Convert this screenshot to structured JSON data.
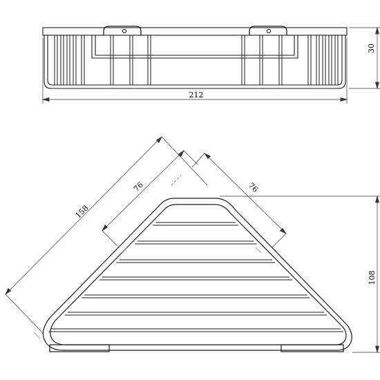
{
  "colors": {
    "line": "#1a1a1a",
    "dim": "#333333",
    "accent": "#e05a5a",
    "background": "#ffffff"
  },
  "dimensions": {
    "height_side": "30",
    "width_side": "212",
    "diagonal": "158",
    "edge_left": "76",
    "edge_right": "76",
    "depth_top": "108"
  }
}
